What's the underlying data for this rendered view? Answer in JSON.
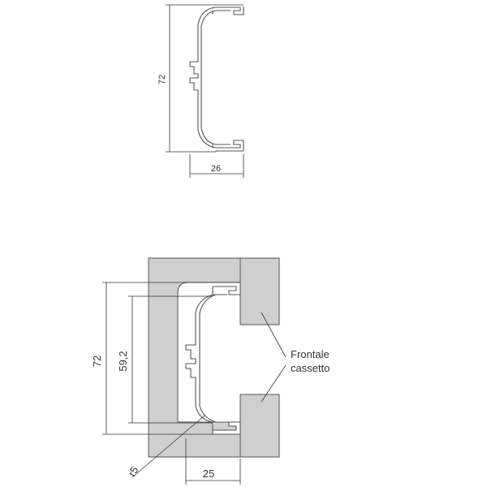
{
  "colors": {
    "background": "#ffffff",
    "panel_gray": "#cfcfcf",
    "profile_outline": "#555555",
    "dimension_line": "#333333",
    "text": "#333333"
  },
  "top_drawing": {
    "dim_height": "72",
    "dim_width": "26"
  },
  "bottom_drawing": {
    "dim_outer_height": "72",
    "dim_inner_height": "59,2",
    "dim_radius": "r5",
    "dim_width": "25",
    "callout_line1": "Frontale",
    "callout_line2": "cassetto"
  }
}
